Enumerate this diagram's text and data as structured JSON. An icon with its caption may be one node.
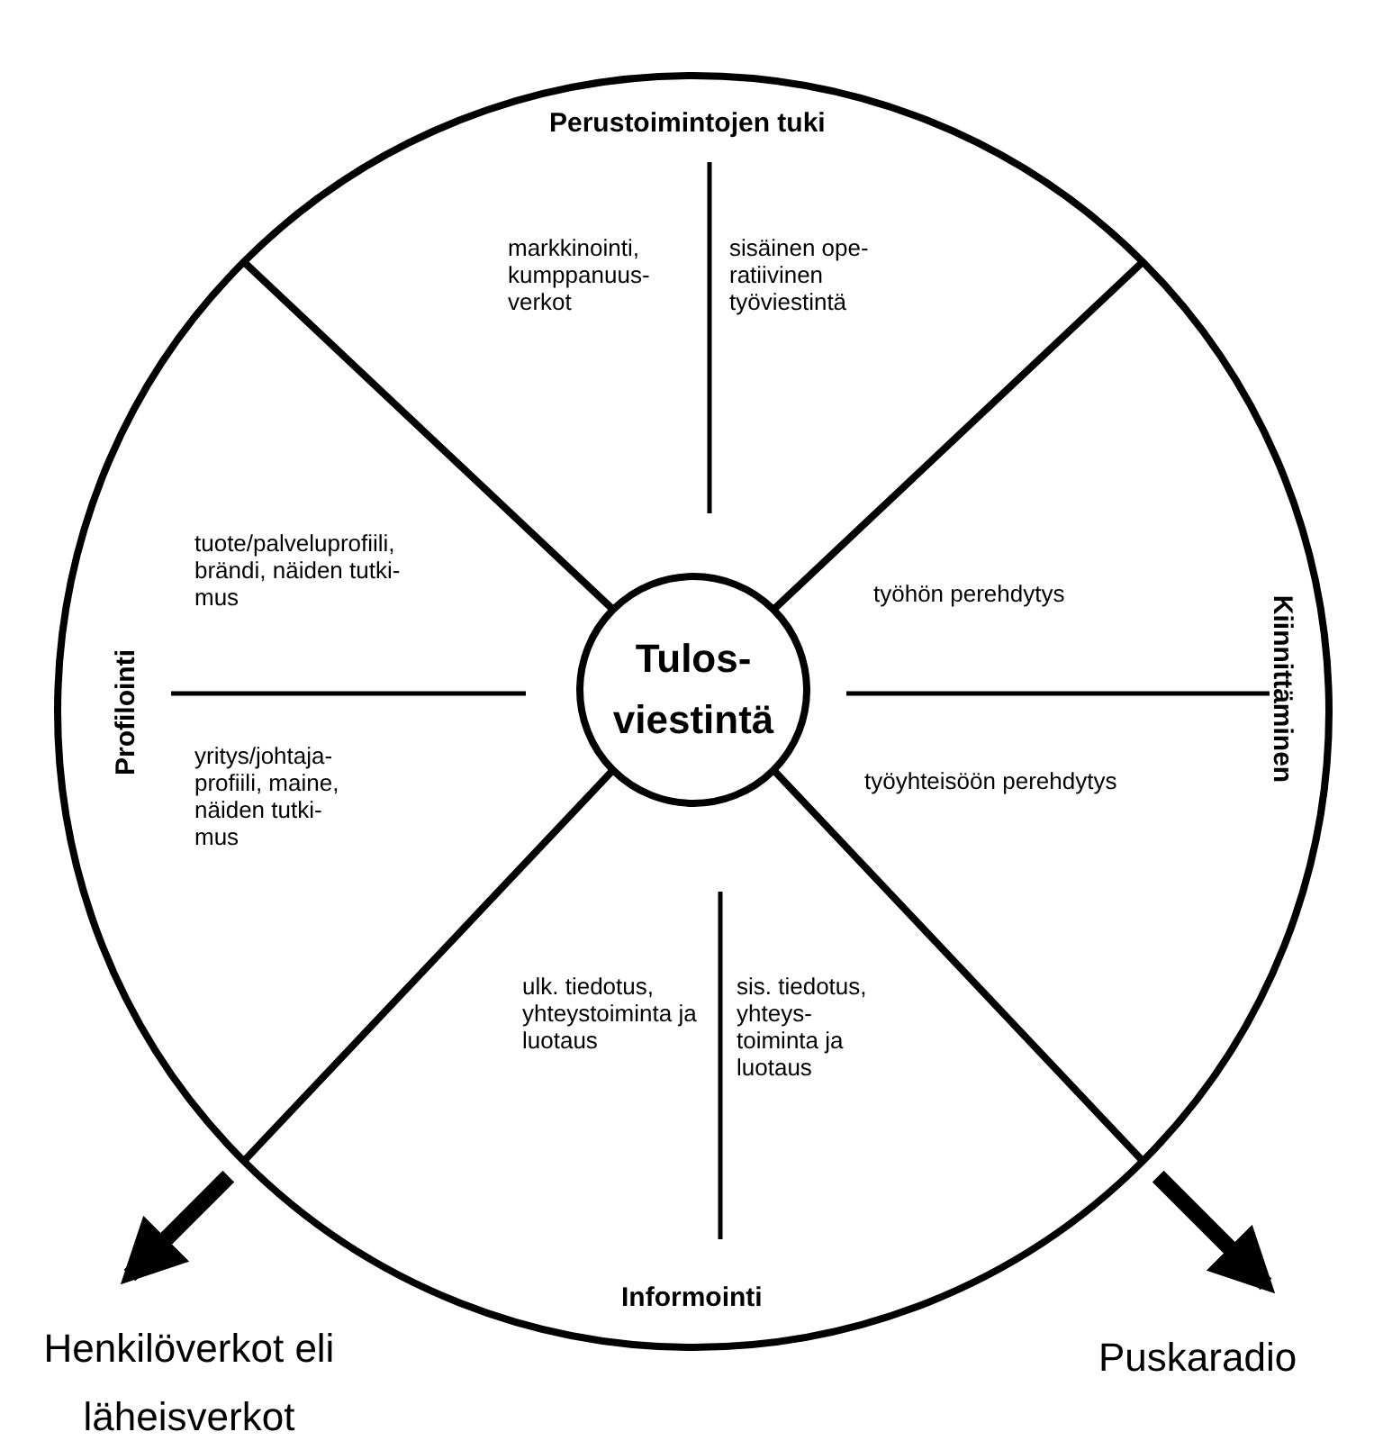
{
  "diagram": {
    "nodes": [
      {
        "text": [],
        "shape": "circle"
      },
      {
        "text": [
          "Tulos- viestintä"
        ],
        "in": 0
      },
      {
        "text": [
          "Henkilöverkot eli läheisverkot"
        ]
      },
      {
        "text": [
          "Puskaradio"
        ]
      }
    ],
    "edges": [
      {
        "from": 0,
        "to": 2,
        "arrow": "to"
      },
      {
        "from": 0,
        "to": 3,
        "arrow": "to"
      }
    ],
    "labels": [
      "Perustoimintojen tuki",
      "markkinointi, kumppanuus- verkot",
      "sisäinen ope- ratiivinen työviestintä",
      "tuote/palveluprofiili, brändi, näiden tutki- mus",
      "työhön perehdytys",
      "Profilointi",
      "Kiinnittäminen",
      "yritys/johtaja- profiili, maine, näiden tutki- mus",
      "työyhteisöön perehdytys",
      "ulk. tiedotus, yhteystoiminta ja luotaus",
      "sis. tiedotus, yhteys- toiminta ja luotaus",
      "Informointi"
    ]
  }
}
